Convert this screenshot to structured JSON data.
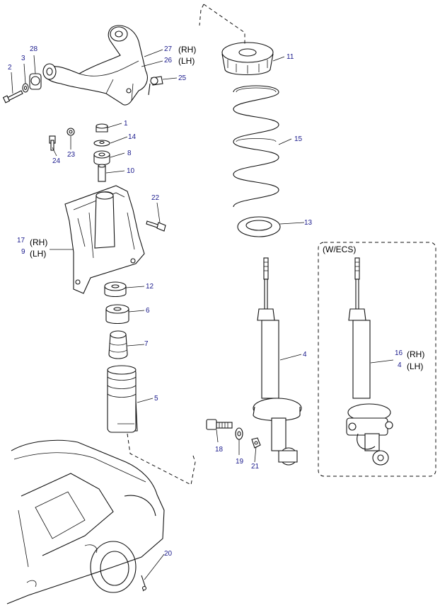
{
  "labels": {
    "n27": "27",
    "n26": "26",
    "rh1": "(RH)",
    "lh1": "(LH)",
    "n2": "2",
    "n3": "3",
    "n28": "28",
    "n25": "25",
    "n1": "1",
    "n14": "14",
    "n8": "8",
    "n10": "10",
    "n23": "23",
    "n24": "24",
    "n22": "22",
    "n17": "17",
    "n9": "9",
    "rh2": "(RH)",
    "lh2": "(LH)",
    "n12": "12",
    "n6": "6",
    "n7": "7",
    "n5": "5",
    "n11": "11",
    "n15": "15",
    "n13": "13",
    "n4": "4",
    "n18": "18",
    "n19": "19",
    "n21": "21",
    "n20": "20",
    "wecs": "(W/ECS)",
    "n16": "16",
    "n4b": "4",
    "rh3": "(RH)",
    "lh3": "(LH)"
  }
}
